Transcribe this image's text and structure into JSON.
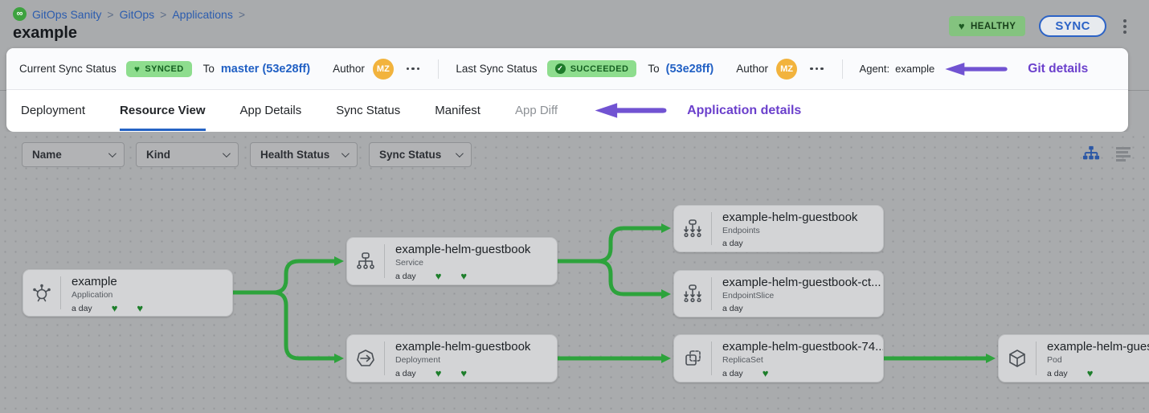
{
  "header": {
    "breadcrumb": {
      "separator": ">",
      "items": [
        {
          "label": "GitOps Sanity"
        },
        {
          "label": "GitOps"
        },
        {
          "label": "Applications"
        }
      ]
    },
    "title": "example",
    "health_badge": "HEALTHY",
    "sync_button": "SYNC"
  },
  "status_bar": {
    "current_sync": {
      "label": "Current Sync Status",
      "badge": "SYNCED",
      "to": "To",
      "revision": "master (53e28ff)",
      "author_label": "Author",
      "author_initials": "MZ"
    },
    "last_sync": {
      "label": "Last Sync Status",
      "badge": "SUCCEEDED",
      "to": "To",
      "revision": "(53e28ff)",
      "author_label": "Author",
      "author_initials": "MZ"
    },
    "agent": {
      "label": "Agent:",
      "value": "example"
    },
    "annotation": "Git details"
  },
  "tabs": {
    "items": [
      {
        "label": "Deployment"
      },
      {
        "label": "Resource View"
      },
      {
        "label": "App Details"
      },
      {
        "label": "Sync Status"
      },
      {
        "label": "Manifest"
      },
      {
        "label": "App Diff"
      }
    ],
    "active": "Resource View",
    "annotation": "Application details"
  },
  "filters": {
    "items": [
      {
        "label": "Name"
      },
      {
        "label": "Kind"
      },
      {
        "label": "Health Status"
      },
      {
        "label": "Sync Status"
      }
    ]
  },
  "graph": {
    "nodes": [
      {
        "name": "example",
        "kind": "Application",
        "age": "a day",
        "hearts": 2
      },
      {
        "name": "example-helm-guestbook",
        "kind": "Service",
        "age": "a day",
        "hearts": 2
      },
      {
        "name": "example-helm-guestbook",
        "kind": "Endpoints",
        "age": "a day",
        "hearts": 0
      },
      {
        "name": "example-helm-guestbook-ct...",
        "kind": "EndpointSlice",
        "age": "a day",
        "hearts": 0
      },
      {
        "name": "example-helm-guestbook",
        "kind": "Deployment",
        "age": "a day",
        "hearts": 2
      },
      {
        "name": "example-helm-guestbook-74...",
        "kind": "ReplicaSet",
        "age": "a day",
        "hearts": 1
      },
      {
        "name": "example-helm-guest",
        "kind": "Pod",
        "age": "a day",
        "hearts": 1
      }
    ]
  },
  "colors": {
    "accent_blue": "#2563c4",
    "connector_green": "#2da33c",
    "badge_green_bg": "#8edd8e",
    "badge_green_text": "#155f21",
    "annotation_purple": "#7153d2",
    "avatar_yellow": "#f2b33d",
    "canvas_gray": "#a9abad"
  }
}
